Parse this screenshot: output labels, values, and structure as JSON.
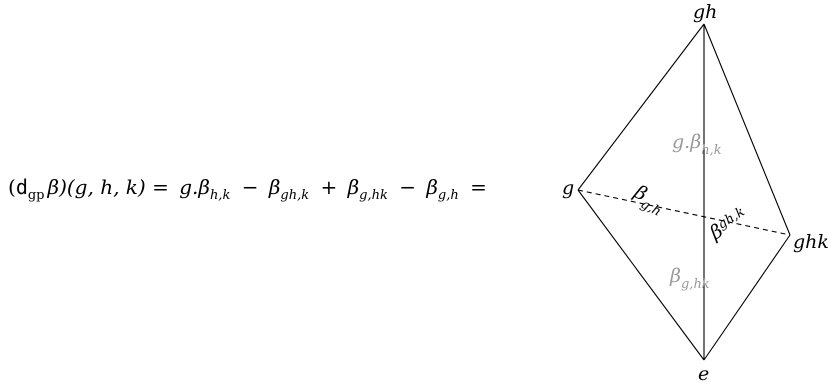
{
  "equation": {
    "lhs_paren_open": "(",
    "lhs_d": "d",
    "lhs_d_sub": "gp",
    "lhs_beta": "β",
    "lhs_args": ")(g, h, k) =",
    "term1_prefix": "g.",
    "term1_beta": "β",
    "term1_sub": "h,k",
    "minus1": "−",
    "term2_beta": "β",
    "term2_sub": "gh,k",
    "plus": "+",
    "term3_beta": "β",
    "term3_sub": "g,hk",
    "minus2": "−",
    "term4_beta": "β",
    "term4_sub": "g,h",
    "equals": "="
  },
  "tetrahedron": {
    "vertices": {
      "top": "gh",
      "left": "g",
      "right": "ghk",
      "bottom": "e"
    },
    "faces": {
      "back_upper": {
        "prefix": "g.",
        "beta": "β",
        "sub": "h,k",
        "color": "#9a9a9a"
      },
      "front_left": {
        "beta": "β",
        "sub": "g,h",
        "color": "#000000"
      },
      "front_right": {
        "beta": "β",
        "sub": "gh,k",
        "color": "#000000"
      },
      "back_lower": {
        "beta": "β",
        "sub": "g,hk",
        "color": "#9a9a9a"
      }
    }
  }
}
